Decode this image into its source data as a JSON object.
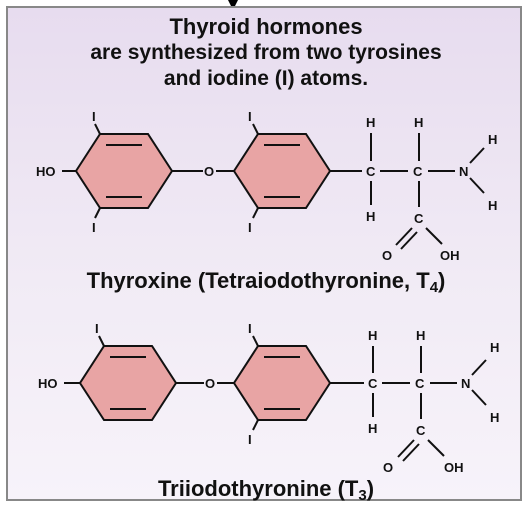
{
  "header": {
    "title": "Thyroid hormones",
    "subtitle_line1": "are synthesized from two tyrosines",
    "subtitle_line2": "and iodine (I) atoms."
  },
  "atoms": {
    "hydroxyl": "HO",
    "oxygen": "O",
    "iodine": "I",
    "hydrogen": "H",
    "carbon": "C",
    "nitrogen": "N",
    "carboxyl_oh": "OH"
  },
  "thyroxine": {
    "name": "Thyroxine (Tetraiodothyronine, T",
    "subscript": "4",
    "suffix": ")"
  },
  "triiodothyronine": {
    "name": "Triiodothyronine (T",
    "subscript": "3",
    "suffix": ")"
  },
  "colors": {
    "ring_fill": "#e8a4a4",
    "background": "#e7dcef",
    "stroke": "#111111"
  }
}
